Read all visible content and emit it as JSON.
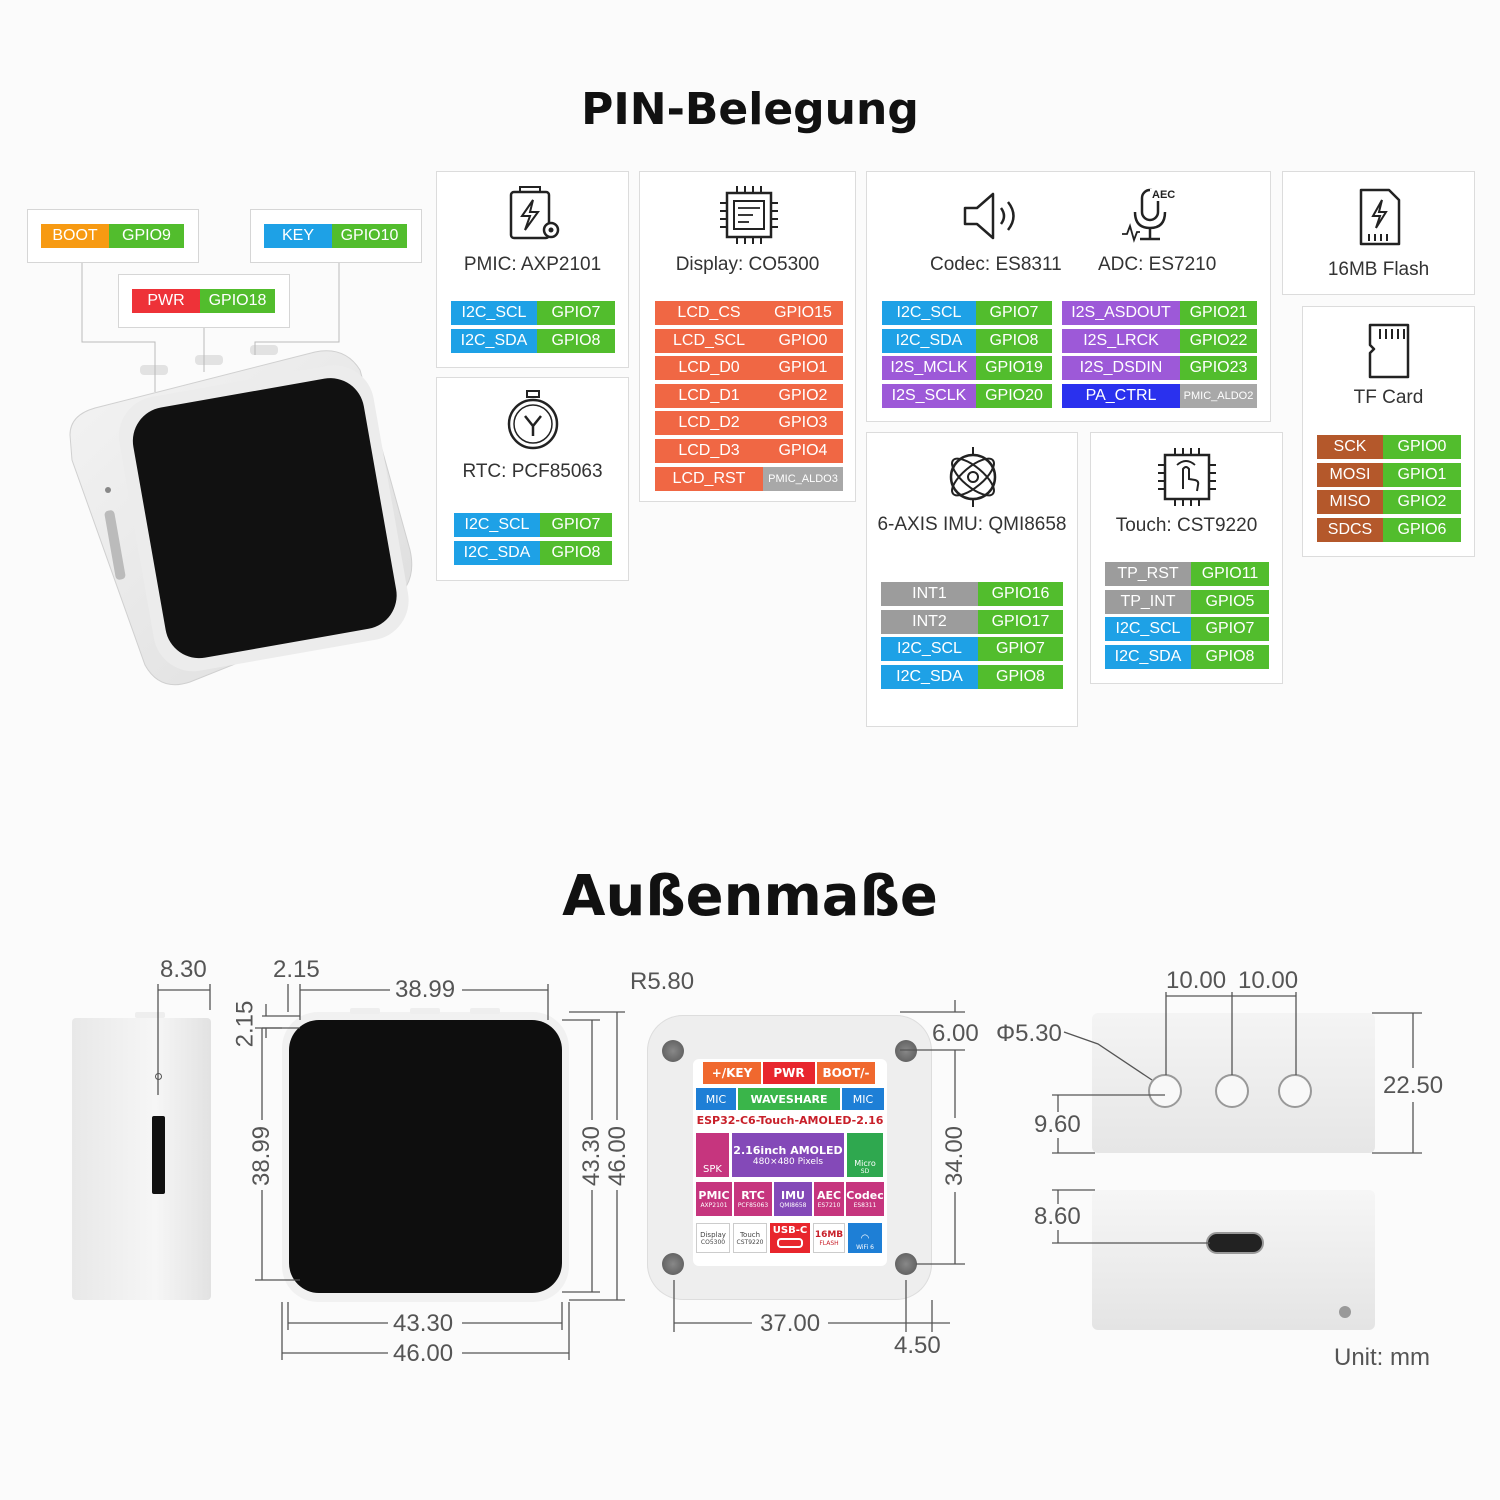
{
  "titles": {
    "pinout": "PIN-Belegung",
    "dimensions": "Außenmaße"
  },
  "colors": {
    "i2c": "#1ea1e6",
    "gpio": "#52bd2d",
    "lcd": "#f06744",
    "i2s": "#9d59d8",
    "pa": "#2a31ee",
    "aldo": "#a8a8a8",
    "gray": "#9c9c9c",
    "tf": "#b4582b",
    "boot": "#f79a12",
    "key": "#1ea1e6",
    "pwr": "#ee3238"
  },
  "buttons": {
    "boot": {
      "label": "BOOT",
      "gpio": "GPIO9"
    },
    "key": {
      "label": "KEY",
      "gpio": "GPIO10"
    },
    "pwr": {
      "label": "PWR",
      "gpio": "GPIO18"
    }
  },
  "pmic": {
    "icon": "battery-charge-gear-icon",
    "label": "PMIC: AXP2101",
    "pins": [
      [
        "I2C_SCL",
        "GPIO7"
      ],
      [
        "I2C_SDA",
        "GPIO8"
      ]
    ]
  },
  "rtc": {
    "icon": "stopwatch-icon",
    "label": "RTC: PCF85063",
    "pins": [
      [
        "I2C_SCL",
        "GPIO7"
      ],
      [
        "I2C_SDA",
        "GPIO8"
      ]
    ]
  },
  "display": {
    "icon": "display-chip-icon",
    "label": "Display: CO5300",
    "pins": [
      [
        "LCD_CS",
        "GPIO15"
      ],
      [
        "LCD_SCL",
        "GPIO0"
      ],
      [
        "LCD_D0",
        "GPIO1"
      ],
      [
        "LCD_D1",
        "GPIO2"
      ],
      [
        "LCD_D2",
        "GPIO3"
      ],
      [
        "LCD_D3",
        "GPIO4"
      ],
      [
        "LCD_RST",
        "PMIC_ALDO3"
      ]
    ]
  },
  "codec": {
    "icon": "speaker-icon",
    "label": "Codec: ES8311",
    "pins": [
      [
        "I2C_SCL",
        "GPIO7"
      ],
      [
        "I2C_SDA",
        "GPIO8"
      ],
      [
        "I2S_MCLK",
        "GPIO19"
      ],
      [
        "I2S_SCLK",
        "GPIO20"
      ]
    ]
  },
  "adc": {
    "icon": "microphone-aec-icon",
    "aec": "AEC",
    "label": "ADC: ES7210",
    "pins": [
      [
        "I2S_ASDOUT",
        "GPIO21"
      ],
      [
        "I2S_LRCK",
        "GPIO22"
      ],
      [
        "I2S_DSDIN",
        "GPIO23"
      ],
      [
        "PA_CTRL",
        "PMIC_ALDO2"
      ]
    ]
  },
  "flash": {
    "icon": "flash-card-icon",
    "label": "16MB Flash"
  },
  "tf": {
    "icon": "sd-card-icon",
    "label": "TF Card",
    "pins": [
      [
        "SCK",
        "GPIO0"
      ],
      [
        "MOSI",
        "GPIO1"
      ],
      [
        "MISO",
        "GPIO2"
      ],
      [
        "SDCS",
        "GPIO6"
      ]
    ]
  },
  "imu": {
    "icon": "gyroscope-icon",
    "label": "6-AXIS IMU: QMI8658",
    "pins": [
      [
        "INT1",
        "GPIO16"
      ],
      [
        "INT2",
        "GPIO17"
      ],
      [
        "I2C_SCL",
        "GPIO7"
      ],
      [
        "I2C_SDA",
        "GPIO8"
      ]
    ]
  },
  "touch": {
    "icon": "touch-chip-icon",
    "label": "Touch: CST9220",
    "pins": [
      [
        "TP_RST",
        "GPIO11"
      ],
      [
        "TP_INT",
        "GPIO5"
      ],
      [
        "I2C_SCL",
        "GPIO7"
      ],
      [
        "I2C_SDA",
        "GPIO8"
      ]
    ]
  },
  "back_label": {
    "key": "+/KEY",
    "pwr": "PWR",
    "boot": "BOOT/-",
    "mic_left": "MIC",
    "brand": "WAVESHARE",
    "mic_right": "MIC",
    "model": "ESP32-C6-Touch-AMOLED-2.16",
    "spk": "SPK",
    "screen": "2.16inch AMOLED",
    "pixels": "480×480 Pixels",
    "micro": "Micro",
    "sd": "SD",
    "pmic": "PMIC",
    "pmic_sub": "AXP2101",
    "rtc": "RTC",
    "rtc_sub": "PCF85063",
    "imu": "IMU",
    "imu_sub": "QMI8658",
    "aec": "AEC",
    "aec_sub": "ES7210",
    "codec": "Codec",
    "codec_sub": "ES8311",
    "display": "Display",
    "display_sub": "CO5300",
    "touch": "Touch",
    "touch_sub": "CST9220",
    "usbc": "USB-C",
    "flash": "16MB",
    "flash_sub": "FLASH",
    "wifi": "WiFi 6"
  },
  "dimensions": {
    "side_width": "8.30",
    "bezel_top_h": "2.15",
    "bezel_side": "2.15",
    "screen_w": "38.99",
    "screen_h": "38.99",
    "outer_w_inner": "43.30",
    "outer_w": "46.00",
    "outer_h_inner": "43.30",
    "outer_h": "46.00",
    "radius": "R5.80",
    "screw_top": "6.00",
    "screw_span_v": "34.00",
    "screw_span_h": "37.00",
    "screw_edge": "4.50",
    "btn_pitch_1": "10.00",
    "btn_pitch_2": "10.00",
    "btn_dia": "Φ5.30",
    "btn_height": "9.60",
    "height": "22.50",
    "usb_height": "8.60",
    "unit": "Unit: mm"
  }
}
